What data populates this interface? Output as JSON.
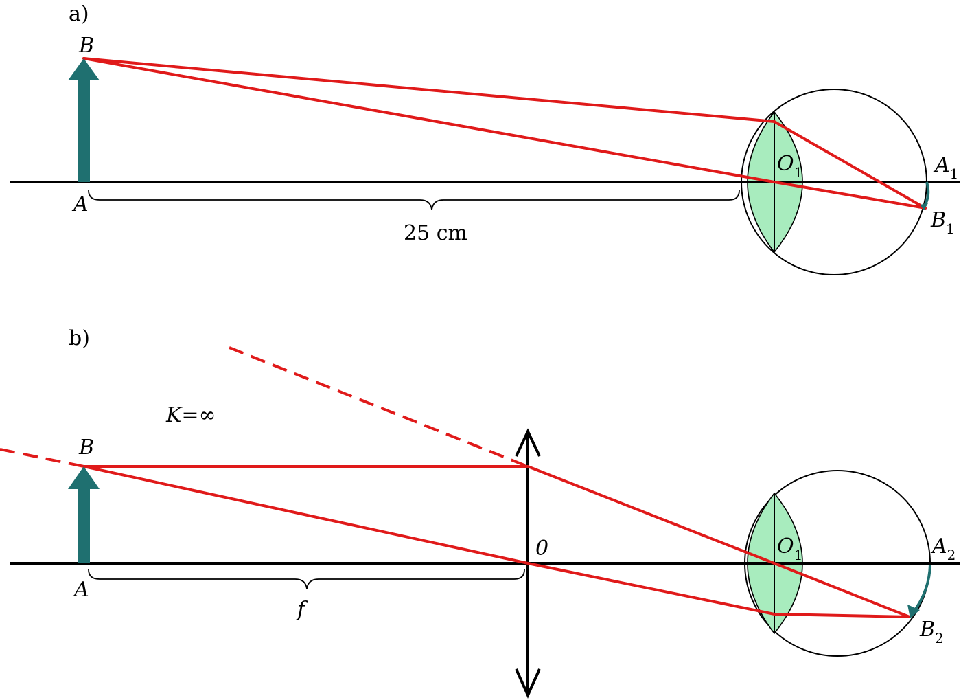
{
  "panel_a": {
    "label": "a)",
    "point_A": "A",
    "point_B": "B",
    "eye_center": "O",
    "eye_center_sub": "1",
    "image_A": "A",
    "image_A_sub": "1",
    "image_B": "B",
    "image_B_sub": "1",
    "distance": "25 cm"
  },
  "panel_b": {
    "label": "b)",
    "point_A": "A",
    "point_B": "B",
    "magnifier_center": "0",
    "eye_center": "O",
    "eye_center_sub": "1",
    "image_A": "A",
    "image_A_sub": "2",
    "image_B": "B",
    "image_B_sub": "2",
    "focal_length": "f",
    "image_at_infinity": "K=∞"
  },
  "colors": {
    "rays": "#e01a1a",
    "object_arrow": "#1f7070",
    "eye_lens": "#a8ecbe"
  }
}
